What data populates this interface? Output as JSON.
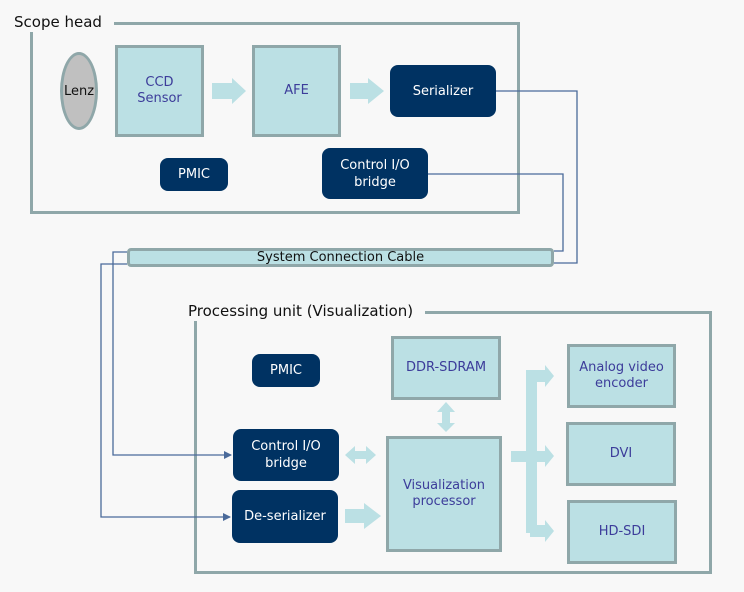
{
  "scope_head": {
    "title": "Scope head",
    "lens": "Lenz",
    "ccd_sensor": "CCD\nSensor",
    "afe": "AFE",
    "serializer": "Serializer",
    "pmic": "PMIC",
    "control_io_bridge": "Control I/O\nbridge"
  },
  "cable": {
    "label": "System Connection  Cable"
  },
  "processing_unit": {
    "title": "Processing unit (Visualization)",
    "pmic": "PMIC",
    "ddr_sdram": "DDR-SDRAM",
    "control_io_bridge": "Control I/O\nbridge",
    "de_serializer": "De-serializer",
    "visualization_processor": "Visualization\nprocessor",
    "analog_video_encoder": "Analog video\nencoder",
    "dvi": "DVI",
    "hd_sdi": "HD-SDI"
  },
  "colors": {
    "frame": "#8fa7a9",
    "light_block": "#bbe0e4",
    "dark_block": "#003262",
    "light_text": "#3c3c9a",
    "connector": "#4a6a9a",
    "arrow": "#bbe0e4"
  }
}
